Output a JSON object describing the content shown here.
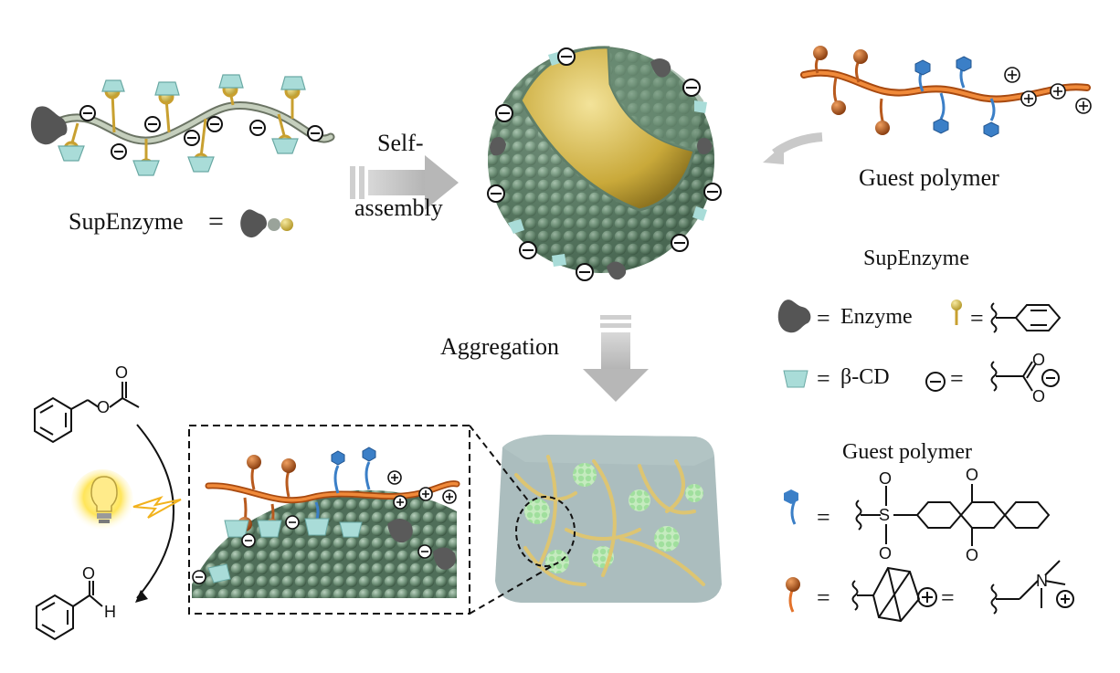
{
  "labels": {
    "self_assembly_1": "Self-",
    "self_assembly_2": "assembly",
    "guest_polymer": "Guest polymer",
    "supenzyme": "SupEnzyme",
    "equals": "=",
    "aggregation": "Aggregation"
  },
  "legend": {
    "title_supenzyme": "SupEnzyme",
    "enzyme": "Enzyme",
    "beta_cd": "β-CD",
    "title_guest": "Guest polymer",
    "eq": "="
  },
  "chem_text": {
    "o1": "O",
    "o2": "O",
    "o3": "O",
    "h": "H",
    "s": "S",
    "n": "N",
    "aq_o1": "O",
    "aq_o2": "O",
    "co_o1": "O",
    "co_o2": "O",
    "oxyO1": "O",
    "oxyO2": "O"
  },
  "colors": {
    "chain_gray": "#8e9a86",
    "guest_orange": "#e3722a",
    "sphere_green": "#6f9178",
    "core_gold": "#c9a93a",
    "enzyme_gray": "#5c5c5c",
    "cd_cyan": "#a9dcd8",
    "anthraquinone_blue": "#3b7fc7",
    "adamantane_orange": "#b85a1e",
    "panel_gray": "#ececec",
    "arrow_gray": "#bdbdbd",
    "bulb_yellow": "#ffe55a"
  }
}
